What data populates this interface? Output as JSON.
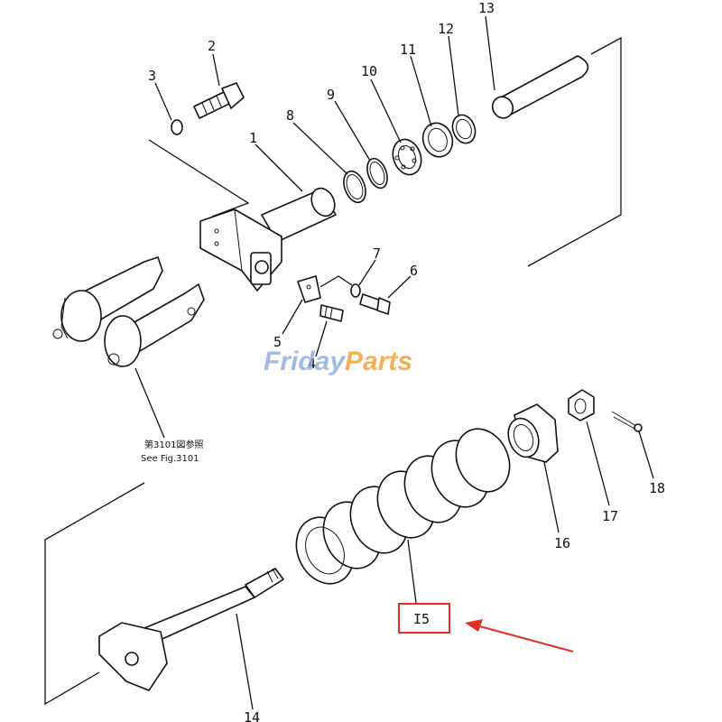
{
  "labels": {
    "p1": "1",
    "p2": "2",
    "p3": "3",
    "p4": "4",
    "p5": "5",
    "p6": "6",
    "p7": "7",
    "p8": "8",
    "p9": "9",
    "p10": "10",
    "p11": "11",
    "p12": "12",
    "p13": "13",
    "p14": "14",
    "p15": "I5",
    "p16": "16",
    "p17": "17",
    "p18": "18"
  },
  "reference": {
    "line1": "第3101図参照",
    "line2": "See Fig.3101"
  },
  "watermark": {
    "part1": "Friday",
    "part2": "Parts"
  },
  "colors": {
    "highlight": "#e0302a",
    "watermark_blue": "#7fa6d6",
    "watermark_orange": "#f2a33a"
  }
}
